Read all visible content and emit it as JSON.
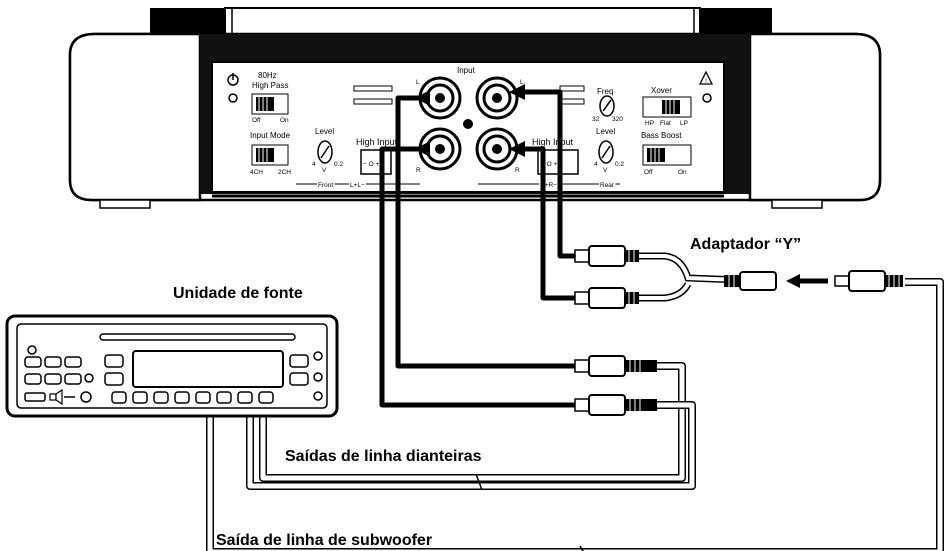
{
  "amplifier": {
    "power_label": "",
    "warning_label": "",
    "highpass_title": "80Hz",
    "highpass_title2": "High Pass",
    "highpass_off": "Off",
    "highpass_on": "On",
    "input_mode_title": "Input Mode",
    "input_mode_4ch": "4CH",
    "input_mode_2ch": "2CH",
    "level_left": "Level",
    "level_left_min": "4",
    "level_left_v": "V",
    "level_left_max": "0.2",
    "input_title": "Input",
    "jack_tl": "L",
    "jack_tr": "L",
    "jack_bl": "R",
    "jack_br": "R",
    "high_input_front": "High Input",
    "high_input_front_pins": "− O +",
    "high_input_rear": "High Input",
    "high_input_rear_pins": "− O +",
    "front_label": "Front",
    "front_l": "L+L−",
    "rear_label": "Rear",
    "rear_r": "R+R−",
    "freq_title": "Freq",
    "freq_min": "32",
    "freq_max": "320",
    "level_right": "Level",
    "level_right_min": "4",
    "level_right_v": "V",
    "level_right_max": "0.2",
    "xover_title": "Xover",
    "xover_hp": "HP",
    "xover_flat": "Flat",
    "xover_lp": "LP",
    "bass_boost_title": "Bass Boost",
    "bass_off": "Off",
    "bass_on": "On"
  },
  "labels": {
    "y_adapter": "Adaptador “Y”",
    "source_unit": "Unidade de fonte",
    "front_outputs": "Saídas de linha dianteiras",
    "sub_output": "Saída de linha de subwoofer"
  }
}
